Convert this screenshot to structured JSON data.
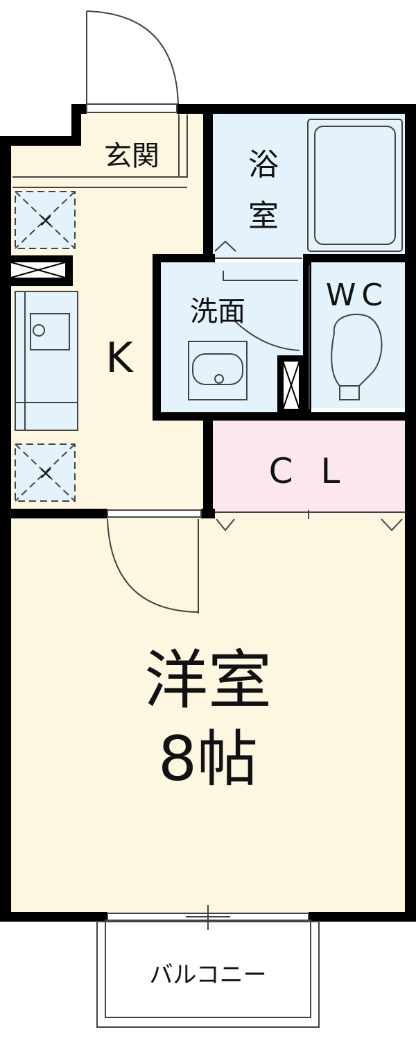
{
  "rooms": {
    "entrance": "玄関",
    "bath_line1": "浴",
    "bath_line2": "室",
    "washroom": "洗面",
    "toilet": "WC",
    "kitchen": "K",
    "closet": "C L",
    "western_room": "洋室",
    "western_size": "8帖",
    "balcony": "バルコニー"
  },
  "fixtures": {
    "vent_mark": "×"
  },
  "colors": {
    "floor_beige": "#fdf6e1",
    "wet_blue": "#e3f2fb",
    "closet_pink": "#fce6ef",
    "wall": "#000000"
  }
}
